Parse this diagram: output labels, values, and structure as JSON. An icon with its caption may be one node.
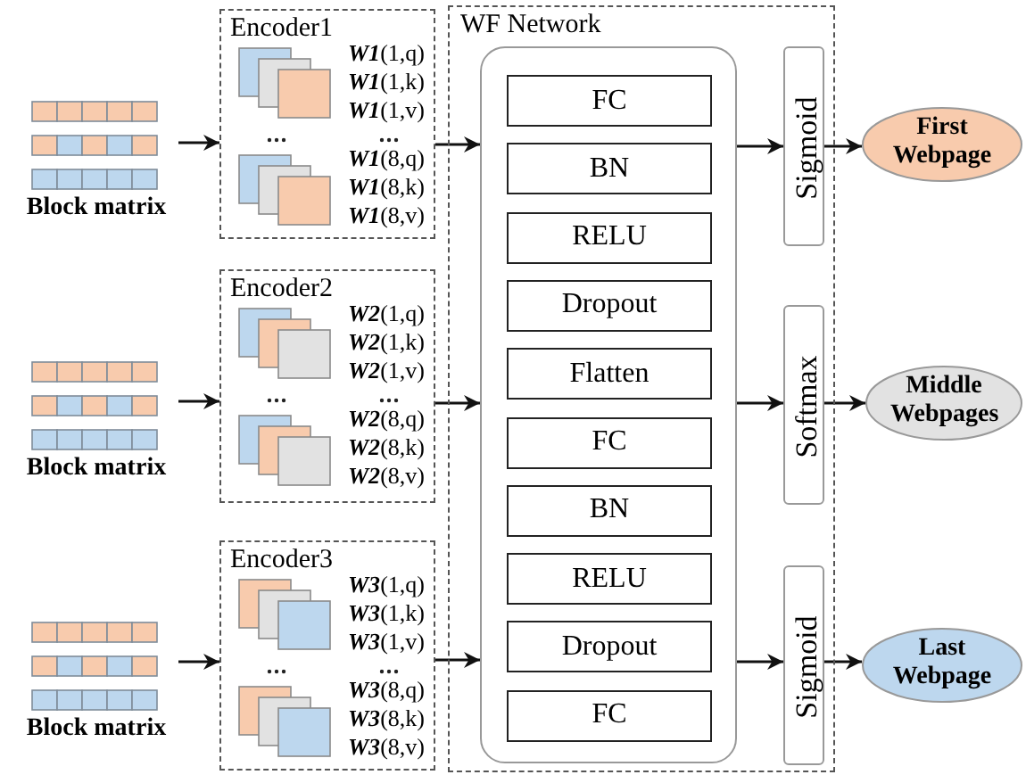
{
  "diagram": {
    "nodes": [
      {
        "text": [
          "Block matrix"
        ]
      },
      {
        "text": [
          "Encoder1",
          "**W1**(1,q)",
          "**W1**(1,k)",
          "**W1**(1,v)",
          "**W1**(8,q)",
          "**W1**(8,k)",
          "**W1**(8,v)"
        ]
      },
      {
        "text": [
          "Block matrix"
        ]
      },
      {
        "text": [
          "Encoder2",
          "**W2**(1,q)",
          "**W2**(1,k)",
          "**W2**(1,v)",
          "**W2**(8,q)",
          "**W2**(8,k)",
          "**W2**(8,v)"
        ]
      },
      {
        "text": [
          "Block matrix"
        ]
      },
      {
        "text": [
          "Encoder3",
          "**W3**(1,q)",
          "**W3**(1,k)",
          "**W3**(1,v)",
          "**W3**(8,q)",
          "**W3**(8,k)",
          "**W3**(8,v)"
        ]
      },
      {
        "text": [
          "WF Network"
        ]
      },
      {
        "text": [],
        "shape": "box",
        "in": 6
      },
      {
        "text": [
          "FC"
        ],
        "in": 7
      },
      {
        "text": [
          "BN"
        ],
        "in": 7
      },
      {
        "text": [
          "RELU"
        ],
        "in": 7
      },
      {
        "text": [
          "Dropout"
        ],
        "in": 7
      },
      {
        "text": [
          "Flatten"
        ],
        "in": 7
      },
      {
        "text": [
          "FC"
        ],
        "in": 7
      },
      {
        "text": [
          "BN"
        ],
        "in": 7
      },
      {
        "text": [
          "RELU"
        ],
        "in": 7
      },
      {
        "text": [
          "Dropout"
        ],
        "in": 7
      },
      {
        "text": [
          "FC"
        ],
        "in": 7
      },
      {
        "text": [
          "Sigmoid"
        ],
        "in": 6
      },
      {
        "text": [
          "Softmax"
        ],
        "in": 6
      },
      {
        "text": [
          "Sigmoid"
        ],
        "in": 6
      },
      {
        "text": [
          "First Webpage"
        ]
      },
      {
        "text": [
          "Middle Webpages"
        ]
      },
      {
        "text": [
          "Last Webpage"
        ]
      }
    ],
    "edges": [
      {
        "from": 0,
        "to": 1,
        "arrow": "to"
      },
      {
        "from": 2,
        "to": 3,
        "arrow": "to"
      },
      {
        "from": 4,
        "to": 5,
        "arrow": "to"
      },
      {
        "from": 1,
        "to": 7,
        "arrow": "to"
      },
      {
        "from": 3,
        "to": 7,
        "arrow": "to"
      },
      {
        "from": 5,
        "to": 7,
        "arrow": "to"
      },
      {
        "from": 7,
        "to": 18,
        "arrow": "to"
      },
      {
        "from": 7,
        "to": 19,
        "arrow": "to"
      },
      {
        "from": 7,
        "to": 20,
        "arrow": "to"
      },
      {
        "from": 18,
        "to": 21,
        "arrow": "to"
      },
      {
        "from": 19,
        "to": 22,
        "arrow": "to"
      },
      {
        "from": 20,
        "to": 23,
        "arrow": "to"
      }
    ]
  }
}
